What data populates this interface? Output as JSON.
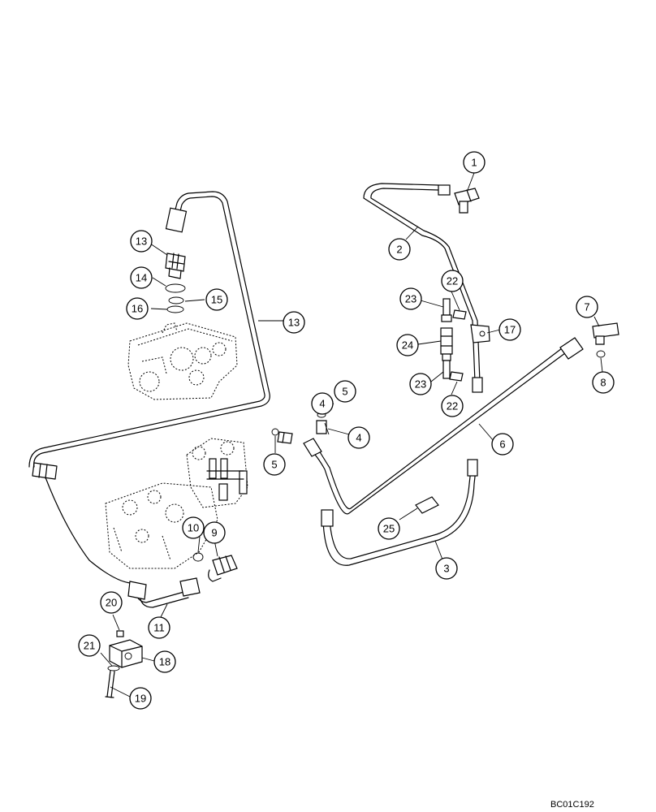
{
  "callouts": [
    "1",
    "2",
    "3",
    "4",
    "4",
    "5",
    "5",
    "6",
    "7",
    "8",
    "9",
    "10",
    "11",
    "13",
    "13",
    "14",
    "15",
    "16",
    "17",
    "18",
    "19",
    "20",
    "21",
    "22",
    "22",
    "23",
    "23",
    "24",
    "25"
  ],
  "drawing_ref": "BC01C192"
}
